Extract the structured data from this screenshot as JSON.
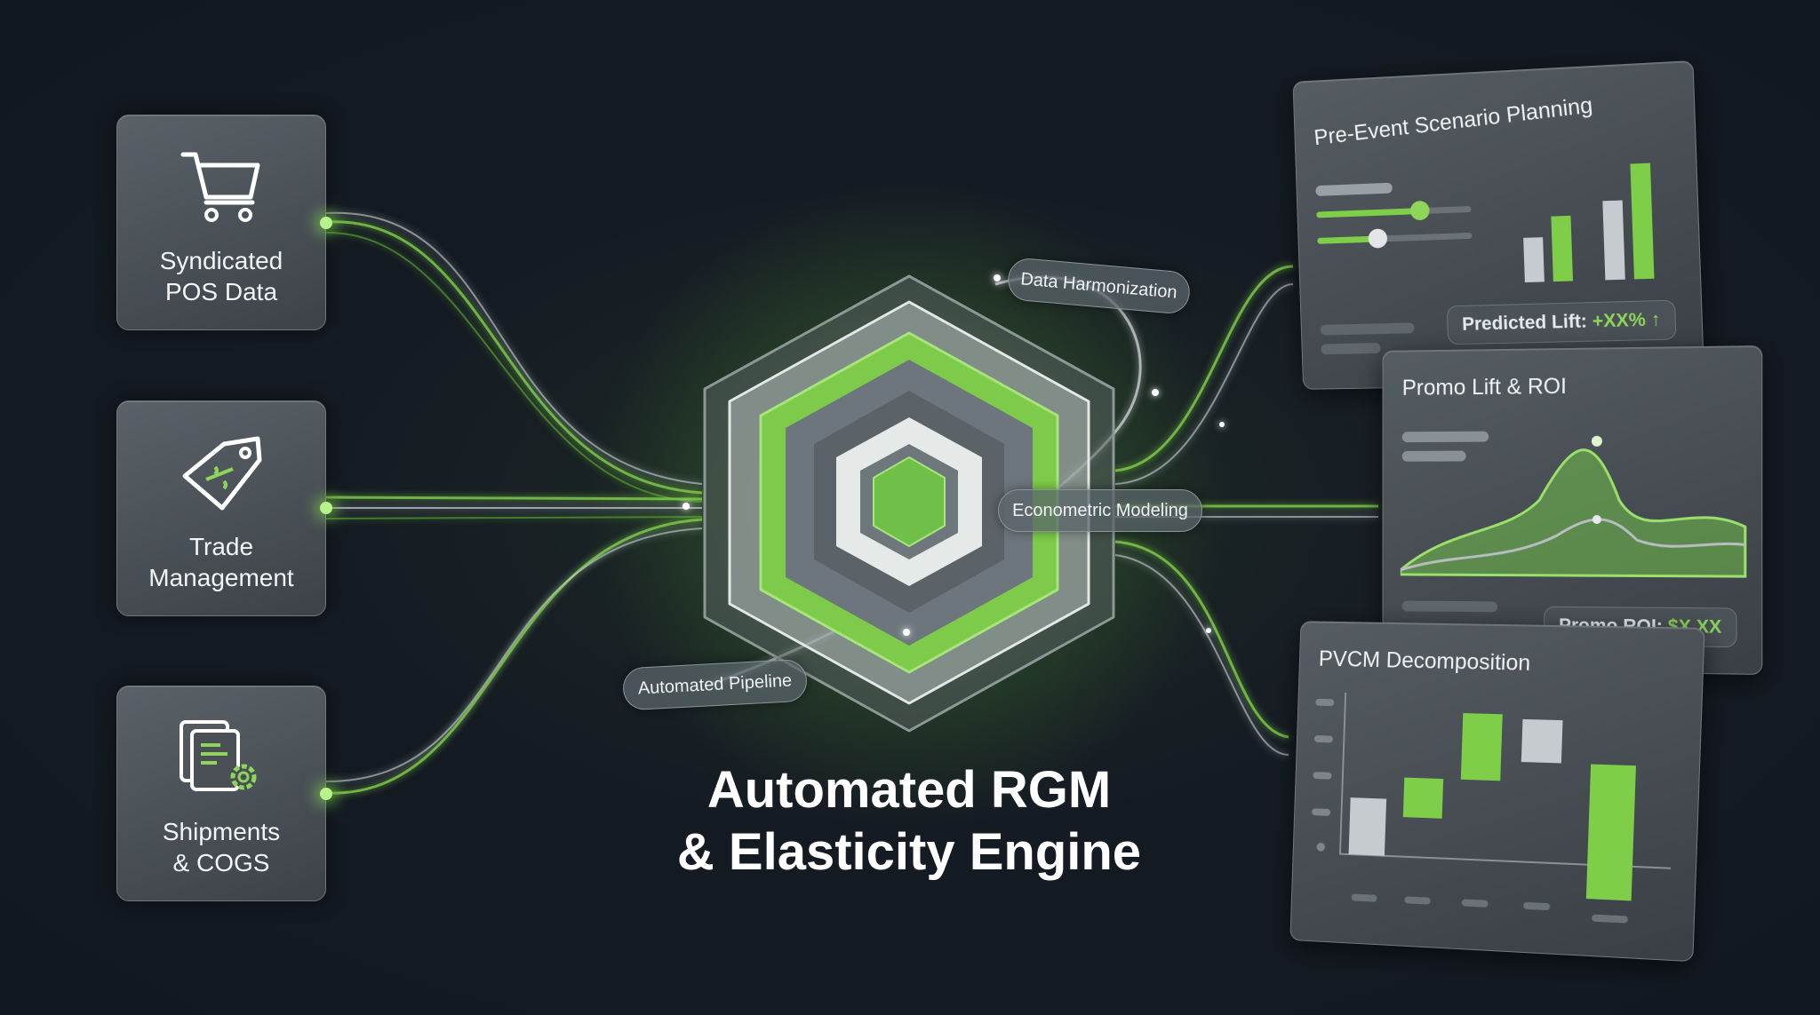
{
  "sources": [
    {
      "label_line1": "Syndicated",
      "label_line2": "POS Data",
      "icon": "shopping-cart-icon"
    },
    {
      "label_line1": "Trade",
      "label_line2": "Management",
      "icon": "price-tag-icon"
    },
    {
      "label_line1": "Shipments",
      "label_line2": "& COGS",
      "icon": "documents-gear-icon"
    }
  ],
  "engine": {
    "title_line1": "Automated RGM",
    "title_line2": "& Elasticity Engine",
    "stages": [
      "Data Harmonization",
      "Econometric Modeling",
      "Automated Pipeline"
    ]
  },
  "outputs": {
    "scenario": {
      "title": "Pre-Event Scenario Planning",
      "badge_label": "Predicted Lift: ",
      "badge_value": "+XX% ↑"
    },
    "promo": {
      "title": "Promo Lift & ROI",
      "badge_label": "Promo ROI: ",
      "badge_value": "$X.XX"
    },
    "pvcm": {
      "title": "PVCM Decomposition"
    }
  },
  "colors": {
    "accent": "#8ed65a",
    "background": "#151b23",
    "panel": "#464c52"
  }
}
